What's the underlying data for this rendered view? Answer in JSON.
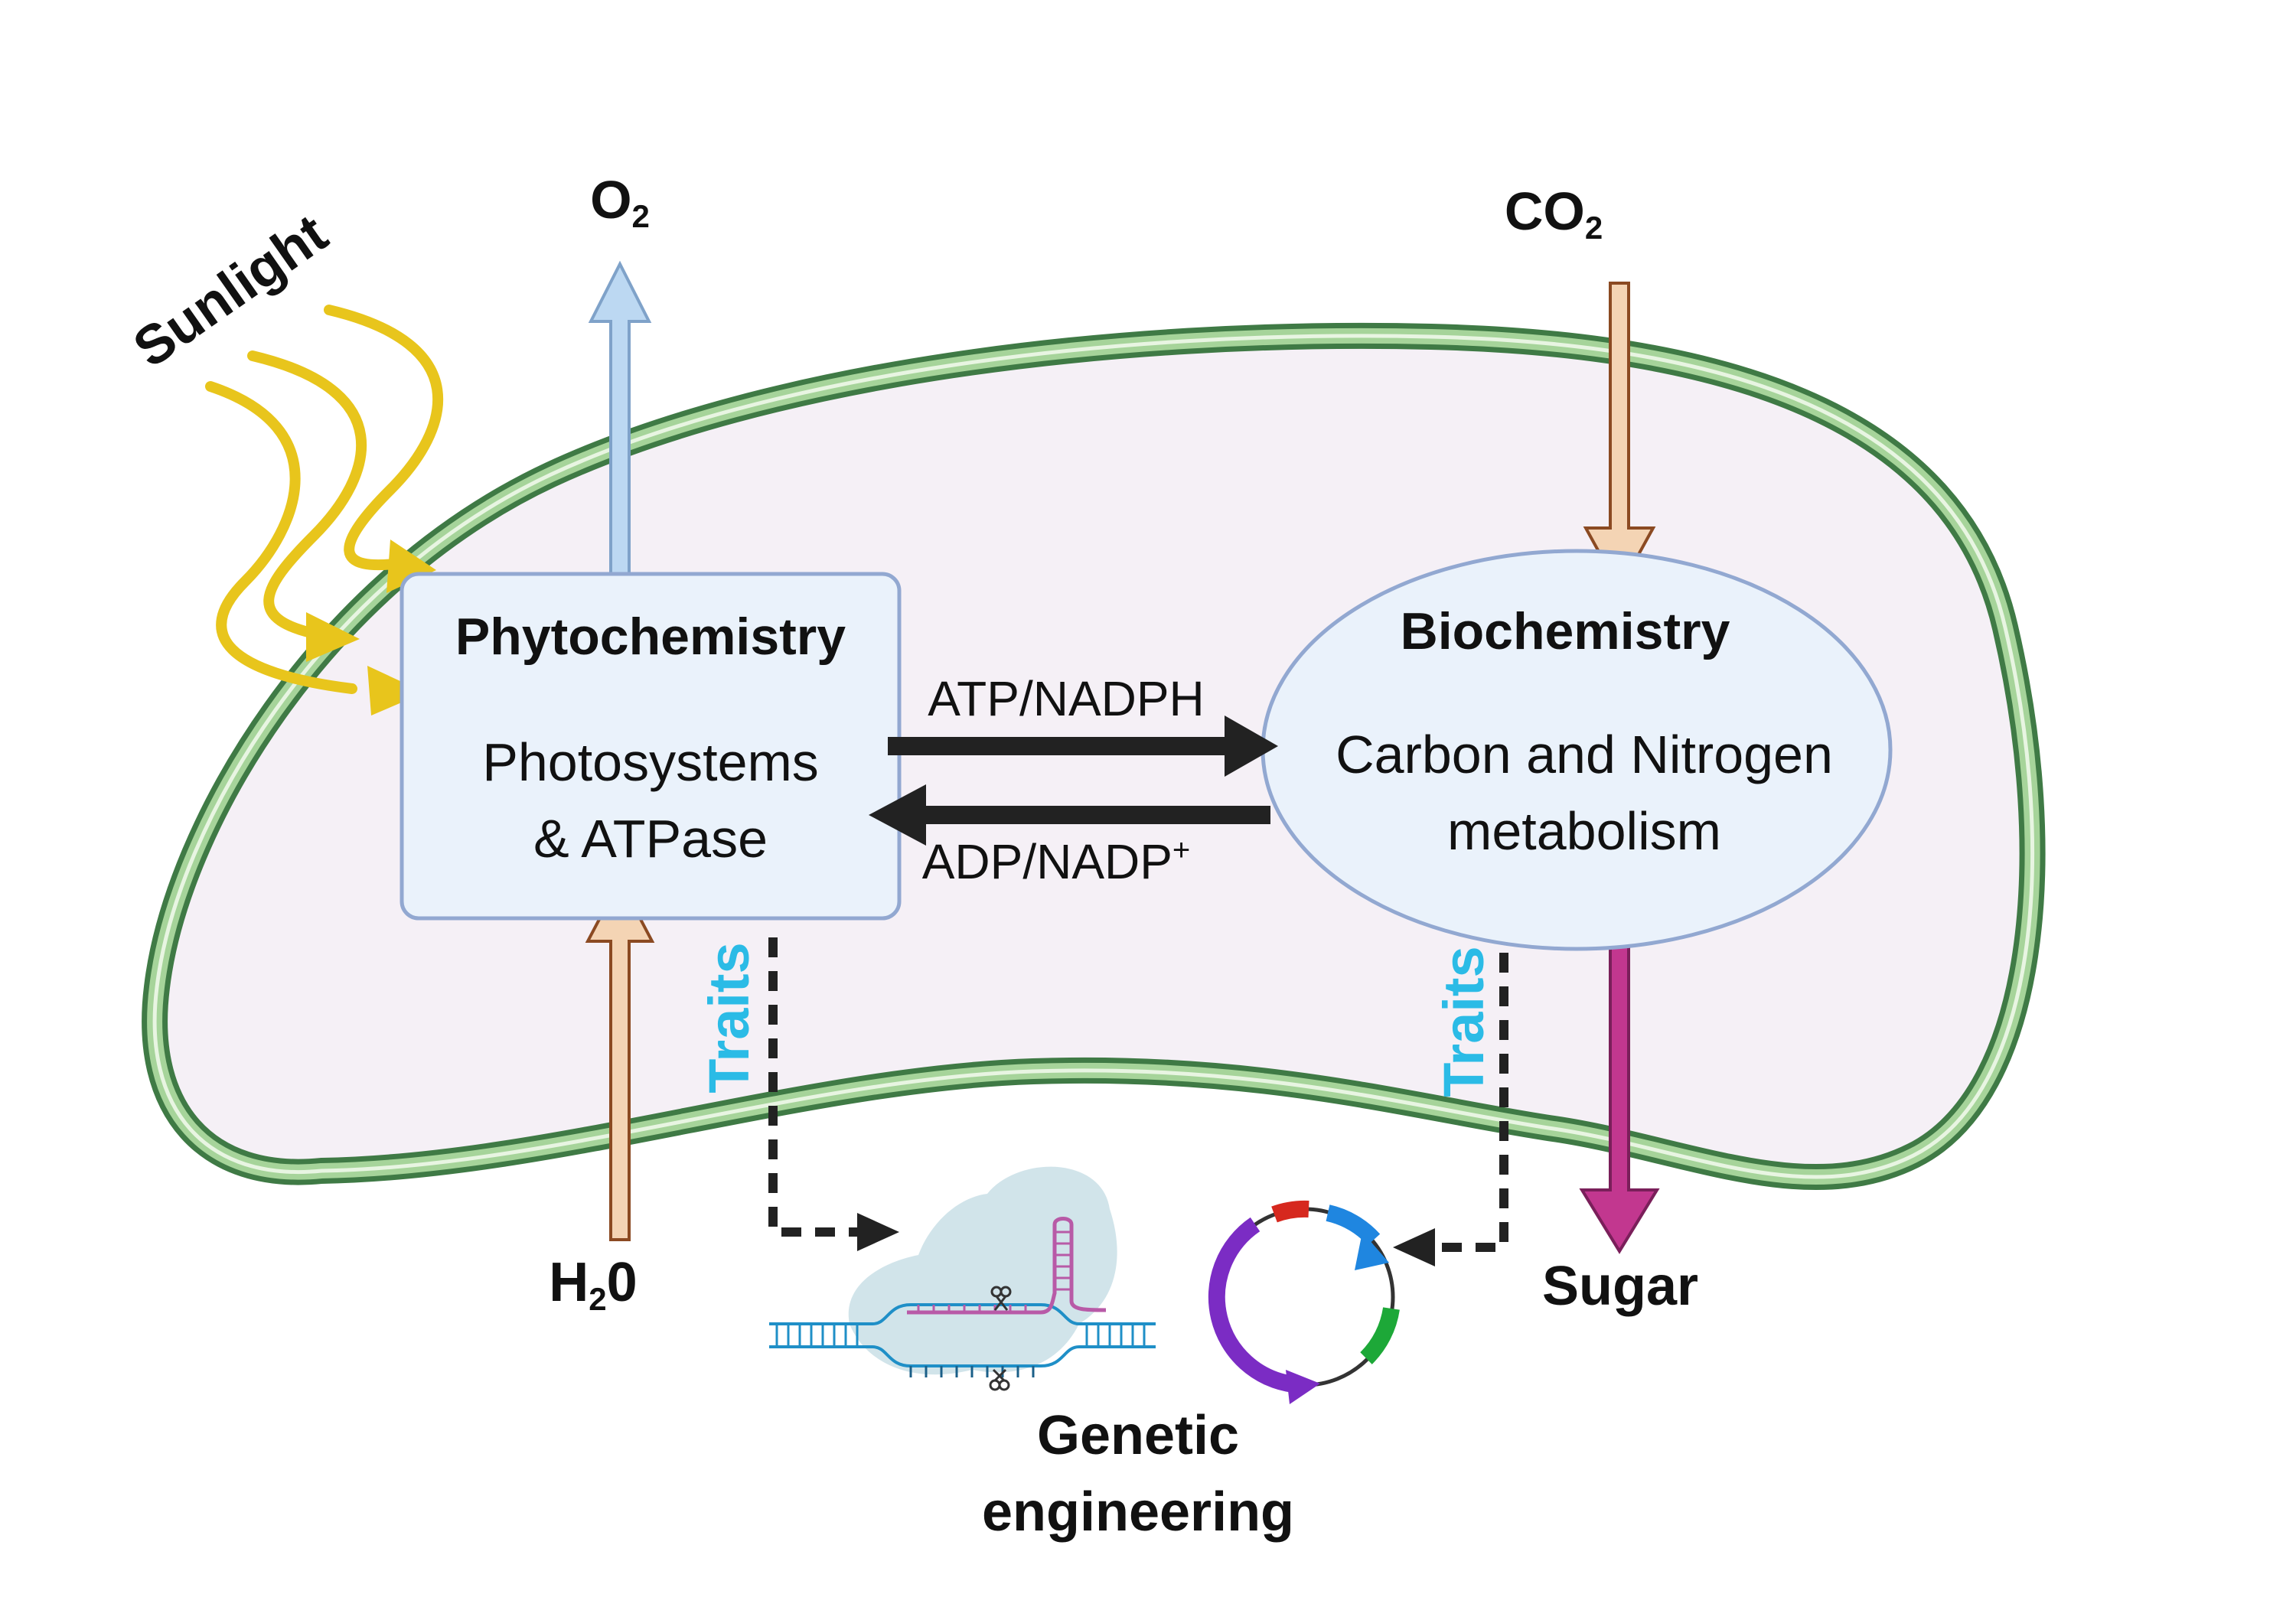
{
  "labels": {
    "sunlight": "Sunlight",
    "o2_main": "O",
    "o2_sub": "2",
    "co2_main": "CO",
    "co2_sub": "2",
    "h2o_h": "H",
    "h2o_sub": "2",
    "h2o_o": "0",
    "sugar": "Sugar",
    "genetic_line1": "Genetic",
    "genetic_line2": "engineering"
  },
  "phytochemistry": {
    "title": "Phytochemistry",
    "line1": "Photosystems",
    "line2": "& ATPase"
  },
  "biochemistry": {
    "title": "Biochemistry",
    "line1": "Carbon and Nitrogen",
    "line2": "metabolism"
  },
  "arrows": {
    "forward": "ATP/NADPH",
    "back_main": "ADP/NADP",
    "back_sup": "+"
  },
  "traits": {
    "left": "Traits",
    "right": "Traits"
  },
  "colors": {
    "cell_fill": "#f5f0f6",
    "membrane_dark": "#3f7a45",
    "membrane_light": "#a6d49a",
    "box_fill": "#eaf2fb",
    "box_stroke": "#92a8d1",
    "sunlight": "#e8c51c",
    "o2_arrow": "#bcd8f2",
    "co2_arrow": "#f4d4b4",
    "sugar_arrow": "#c2378f",
    "traits_text": "#2bbbe6",
    "flux_arrow": "#222222"
  }
}
